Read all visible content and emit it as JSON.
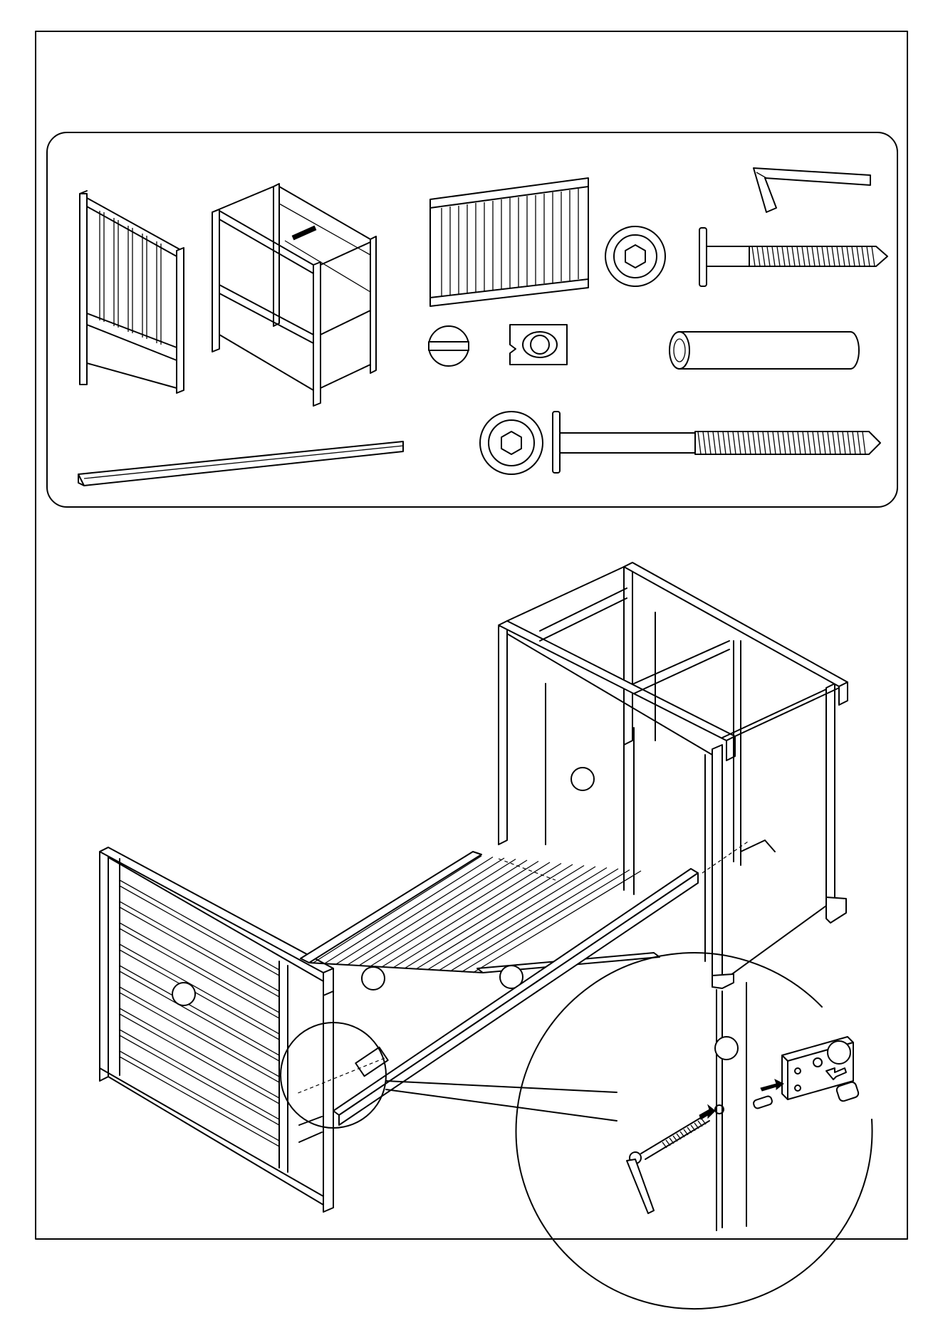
{
  "page": {
    "type": "assembly-instructions",
    "step_number": "",
    "footer_code": ""
  },
  "parts_panel": {
    "items": [
      {
        "name": "crib-end-panel",
        "label": ""
      },
      {
        "name": "changing-unit-frame",
        "label": ""
      },
      {
        "name": "side-rail-panel",
        "label": ""
      },
      {
        "name": "cap-nut",
        "label": ""
      },
      {
        "name": "allen-key",
        "label": ""
      },
      {
        "name": "long-bolt",
        "label": ""
      },
      {
        "name": "slotted-barrel-nut",
        "label": ""
      },
      {
        "name": "connector-block",
        "label": ""
      },
      {
        "name": "wooden-dowel",
        "label": ""
      },
      {
        "name": "support-rail",
        "label": ""
      },
      {
        "name": "extra-long-bolt",
        "label": ""
      }
    ]
  },
  "main_illustration": {
    "callouts": [
      "",
      "",
      "",
      "",
      ""
    ],
    "detail_callouts": [
      "",
      ""
    ]
  }
}
